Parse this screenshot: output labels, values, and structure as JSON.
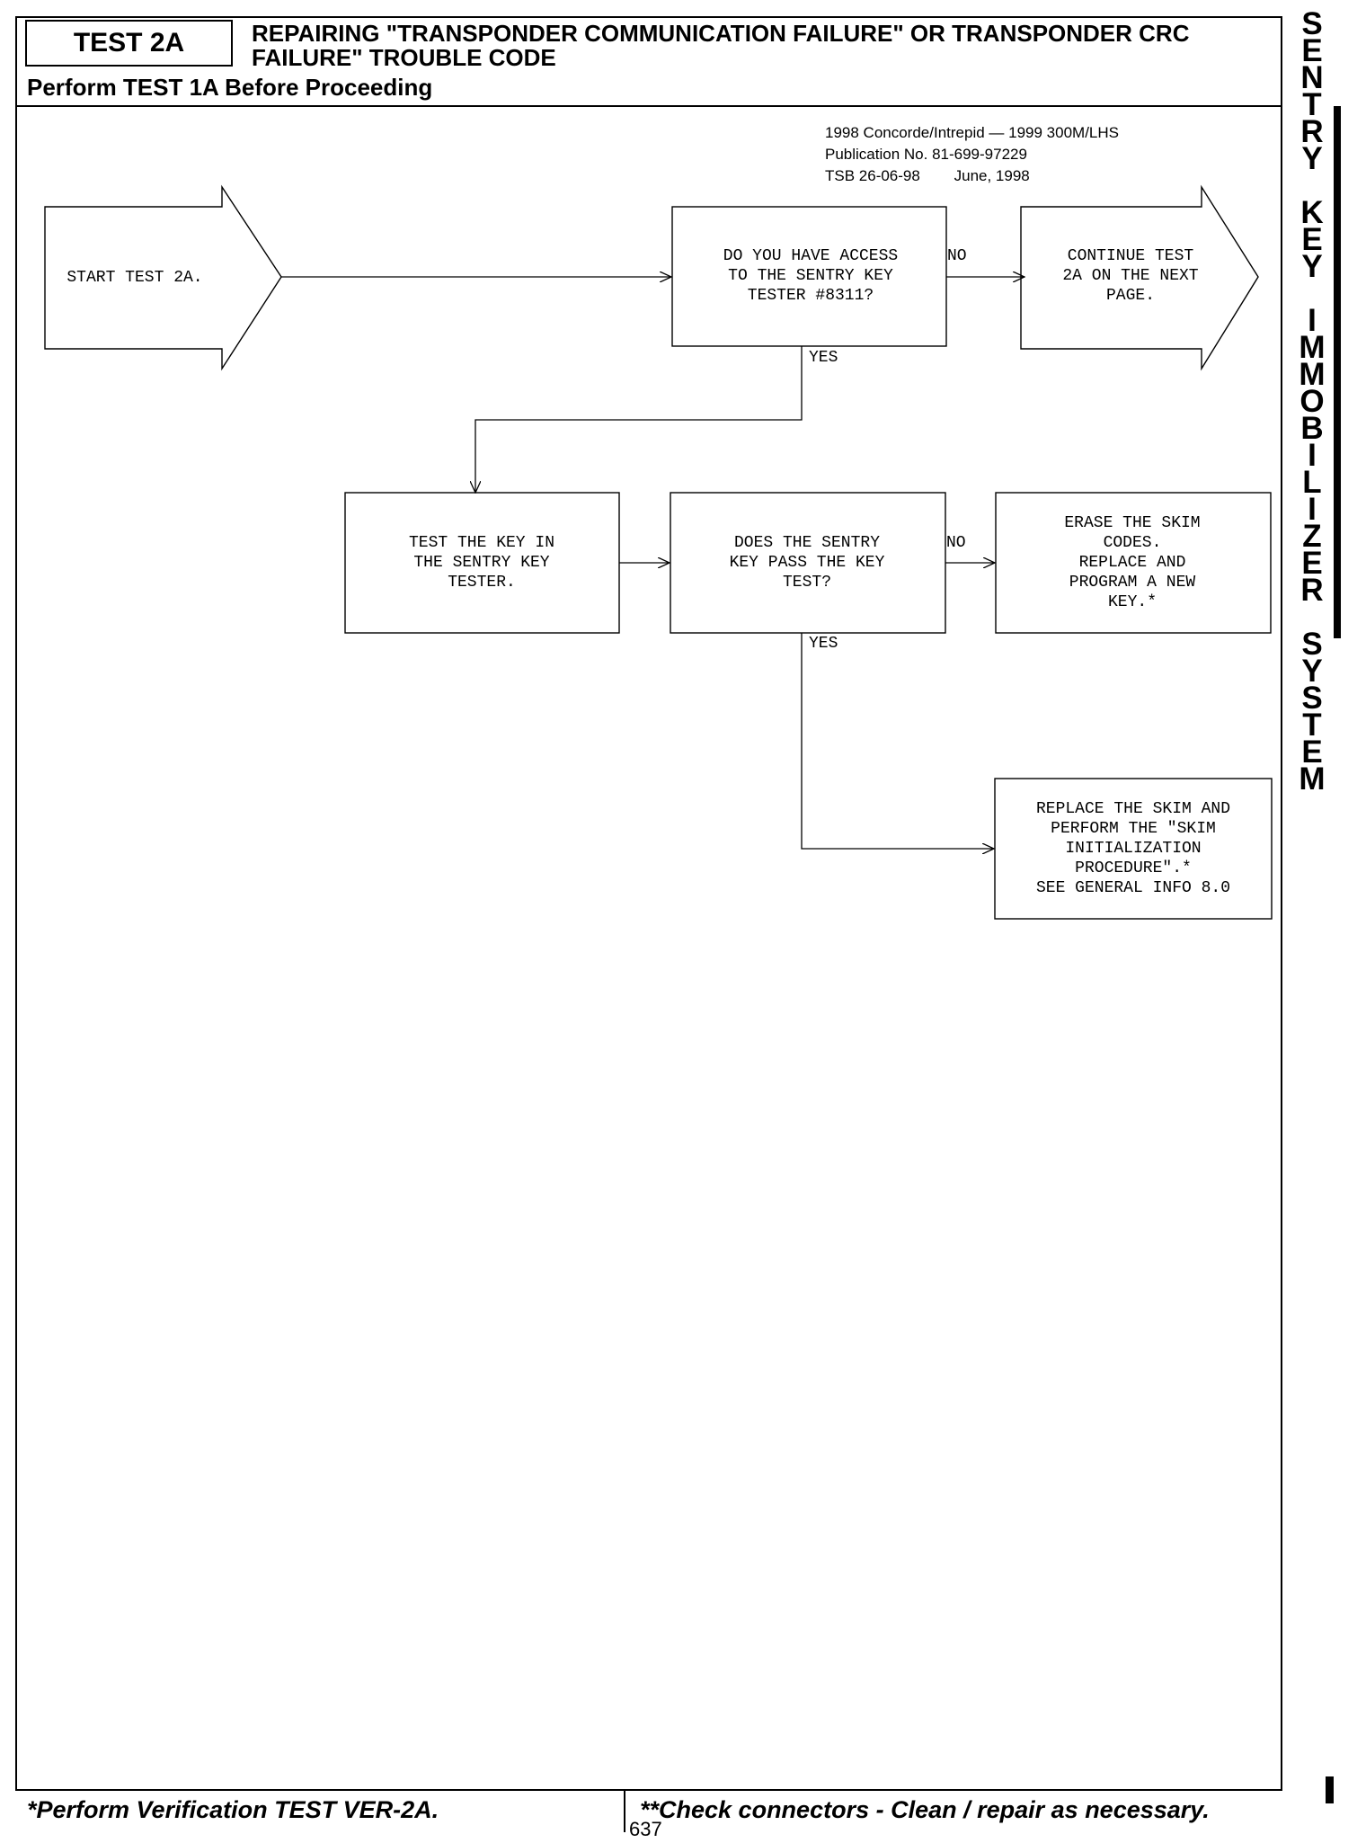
{
  "header": {
    "test_id": "TEST 2A",
    "title_line1": "REPAIRING \"TRANSPONDER COMMUNICATION FAILURE\" OR TRANSPONDER CRC",
    "title_line2": "FAILURE\" TROUBLE CODE",
    "prerequisite": "Perform TEST 1A Before Proceeding"
  },
  "publication": {
    "line1": "1998 Concorde/Intrepid — 1999 300M/LHS",
    "line2": "Publication No. 81-699-97229",
    "line3": "TSB 26-06-98        June, 1998"
  },
  "flowchart": {
    "nodes": {
      "start": "START TEST 2A.",
      "q_access": "DO YOU HAVE ACCESS\nTO THE SENTRY KEY\nTESTER #8311?",
      "continue": "CONTINUE TEST\n2A ON THE NEXT\nPAGE.",
      "test_key": "TEST THE KEY IN\nTHE SENTRY KEY\nTESTER.",
      "q_pass": "DOES THE SENTRY\nKEY PASS THE KEY\nTEST?",
      "erase": "ERASE THE SKIM\nCODES.\nREPLACE AND\nPROGRAM A NEW\nKEY.*",
      "replace": "REPLACE THE SKIM AND\nPERFORM THE \"SKIM\nINITIALIZATION\nPROCEDURE\".*\nSEE GENERAL INFO 8.0"
    },
    "edge_labels": {
      "access_no": "NO",
      "access_yes": "YES",
      "pass_no": "NO",
      "pass_yes": "YES"
    }
  },
  "footer": {
    "left": "*Perform Verification TEST VER-2A.",
    "right": "**Check connectors - Clean / repair as necessary.",
    "page_number": "637"
  },
  "side_title": [
    "S",
    "E",
    "N",
    "T",
    "R",
    "Y",
    "",
    "K",
    "E",
    "Y",
    "",
    "I",
    "M",
    "M",
    "O",
    "B",
    "I",
    "L",
    "I",
    "Z",
    "E",
    "R",
    "",
    "S",
    "Y",
    "S",
    "T",
    "E",
    "M"
  ]
}
